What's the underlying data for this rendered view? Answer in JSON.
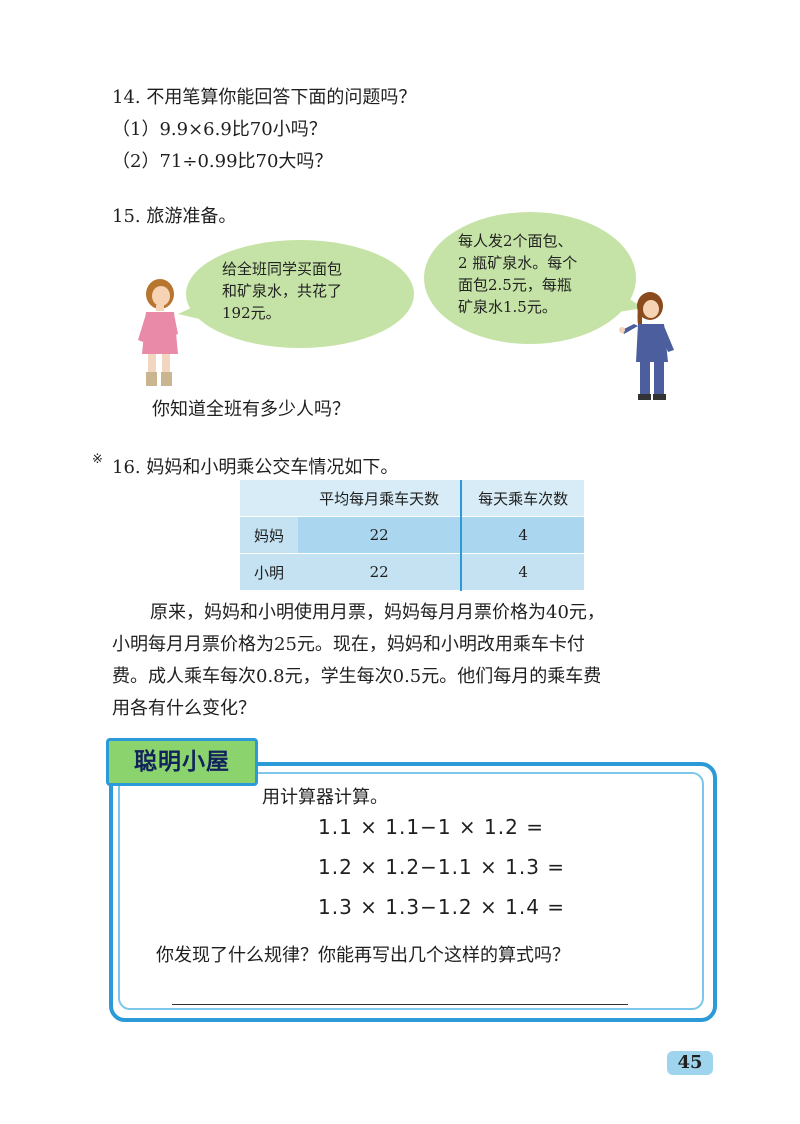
{
  "q14": {
    "title": "14. 不用笔算你能回答下面的问题吗？",
    "item1": "（1）9.9×6.9比70小吗？",
    "item2": "（2）71÷0.99比70大吗？"
  },
  "q15": {
    "title": "15. 旅游准备。",
    "bubble_left": [
      "给全班同学买面包",
      "和矿泉水，共花了",
      "192元。"
    ],
    "bubble_right": [
      "每人发2个面包、",
      "2 瓶矿泉水。每个",
      "面包2.5元，每瓶",
      "矿泉水1.5元。"
    ],
    "question": "你知道全班有多少人吗？"
  },
  "q16": {
    "mark": "※",
    "title": "16. 妈妈和小明乘公交车情况如下。",
    "table": {
      "headers": [
        "",
        "平均每月乘车天数",
        "每天乘车次数"
      ],
      "rows": [
        {
          "name": "妈妈",
          "days": "22",
          "times": "4"
        },
        {
          "name": "小明",
          "days": "22",
          "times": "4"
        }
      ]
    },
    "paragraph": [
      "原来，妈妈和小明使用月票，妈妈每月月票价格为40元，",
      "小明每月月票价格为25元。现在，妈妈和小明改用乘车卡付",
      "费。成人乘车每次0.8元，学生每次0.5元。他们每月的乘车费",
      "用各有什么变化？"
    ]
  },
  "clever_hut": {
    "title": "聪明小屋",
    "instruction": "用计算器计算。",
    "formulas": [
      "1.1 × 1.1−1 × 1.2 =",
      "1.2 × 1.2−1.1 × 1.3 =",
      "1.3 × 1.3−1.2 × 1.4 ="
    ],
    "question": "你发现了什么规律？你能再写出几个这样的算式吗？"
  },
  "page_number": "45",
  "colors": {
    "bubble": "#c5e3a6",
    "border_blue": "#2b9ad6",
    "title_green": "#8bd36d",
    "table_blue": "#aad6ef"
  }
}
